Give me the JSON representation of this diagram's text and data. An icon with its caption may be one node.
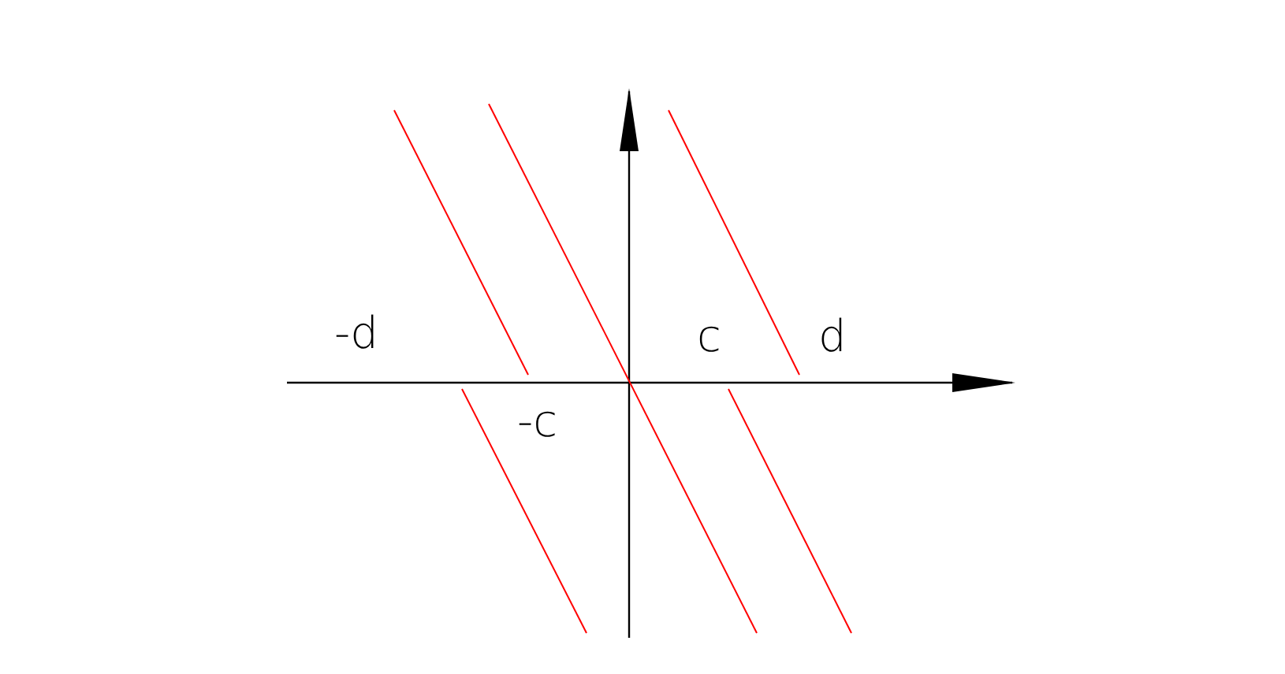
{
  "diagram": {
    "labels": [
      "-d",
      "c",
      "d",
      "-c"
    ]
  }
}
